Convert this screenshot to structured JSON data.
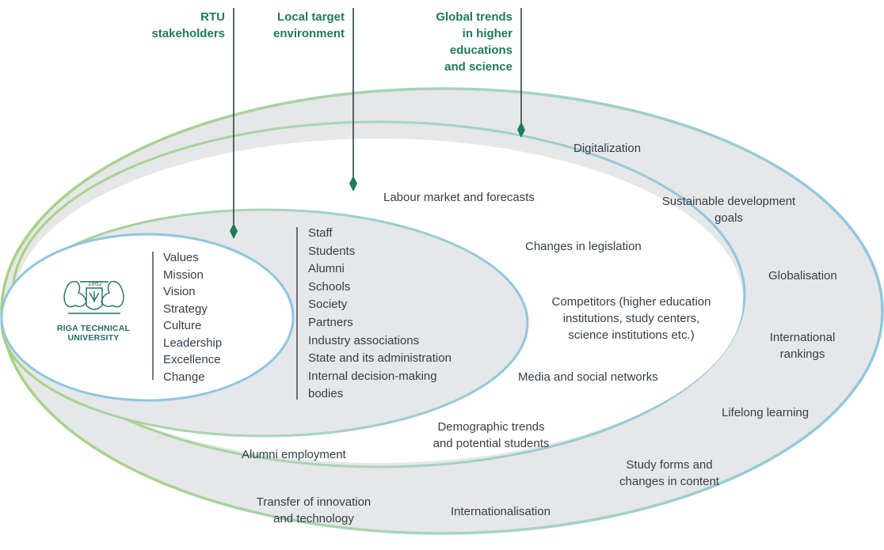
{
  "colors": {
    "ring_outer_fill": "#e6e7e8",
    "ring_fill_white": "#ffffff",
    "stroke_blue": "#8ec6df",
    "stroke_green": "#a7d27f",
    "header_green": "#1f7a5a",
    "text": "#333f48",
    "logo": "#1f6e60"
  },
  "headers": {
    "stakeholders": [
      "RTU",
      "stakeholders"
    ],
    "local": [
      "Local target",
      "environment"
    ],
    "global": [
      "Global trends",
      "in higher",
      "educations",
      "and science"
    ]
  },
  "logo": {
    "year": "1862",
    "name": [
      "RIGA TECHNICAL",
      "UNIVERSITY"
    ],
    "icon": "rtu-crest-icon"
  },
  "core_values": [
    "Values",
    "Mission",
    "Vision",
    "Strategy",
    "Culture",
    "Leadership",
    "Excellence",
    "Change"
  ],
  "stakeholders": [
    "Staff",
    "Students",
    "Alumni",
    "Schools",
    "Society",
    "Partners",
    "Industry associations",
    "State and its administration",
    "Internal decision-making",
    "bodies"
  ],
  "local_environment": {
    "labour_market": "Labour market and forecasts",
    "legislation": "Changes in legislation",
    "competitors": [
      "Competitors (higher education",
      "institutions, study centers,",
      "science institutions etc.)"
    ],
    "media": "Media and social networks",
    "demographic": [
      "Demographic trends",
      "and potential students"
    ],
    "alumni_employment": "Alumni employment"
  },
  "global_trends": {
    "digitalization": "Digitalization",
    "sdg": [
      "Sustainable development",
      "goals"
    ],
    "globalisation": "Globalisation",
    "rankings": [
      "International",
      "rankings"
    ],
    "lifelong": "Lifelong learning",
    "study_forms": [
      "Study forms and",
      "changes in content"
    ],
    "internationalisation": "Internationalisation",
    "innovation": [
      "Transfer of innovation",
      "and technology"
    ]
  }
}
